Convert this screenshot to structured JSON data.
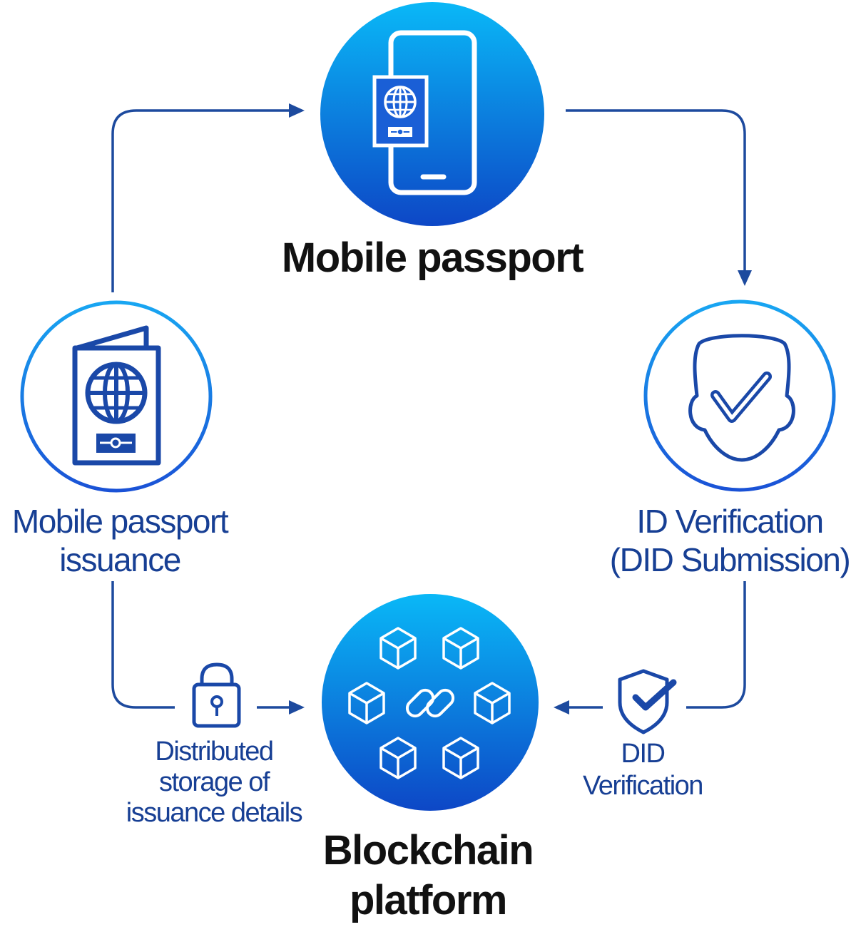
{
  "nodes": {
    "mobile_passport": {
      "title": "Mobile passport",
      "icon": "smartphone-passport-icon"
    },
    "issuance": {
      "line1": "Mobile passport",
      "line2": "issuance",
      "icon": "passport-book-icon"
    },
    "id_verification": {
      "line1": "ID Verification",
      "line2": "(DID Submission)",
      "icon": "face-check-icon"
    },
    "blockchain": {
      "line1": "Blockchain",
      "line2": "platform",
      "icon": "blockchain-cubes-icon"
    }
  },
  "edges": {
    "storage": {
      "line1": "Distributed",
      "line2": "storage of",
      "line3": "issuance details",
      "icon": "padlock-icon"
    },
    "did_verification": {
      "line1": "DID",
      "line2": "Verification",
      "icon": "shield-check-icon"
    }
  },
  "colors": {
    "arrow": "#1d4a9e",
    "icon_blue": "#1a48a8",
    "gradient_top": "#0ab8f7",
    "gradient_bottom": "#0d47c6",
    "ring_top": "#18a6f2",
    "ring_bottom": "#1a52d6",
    "label_blue": "#173f94"
  }
}
